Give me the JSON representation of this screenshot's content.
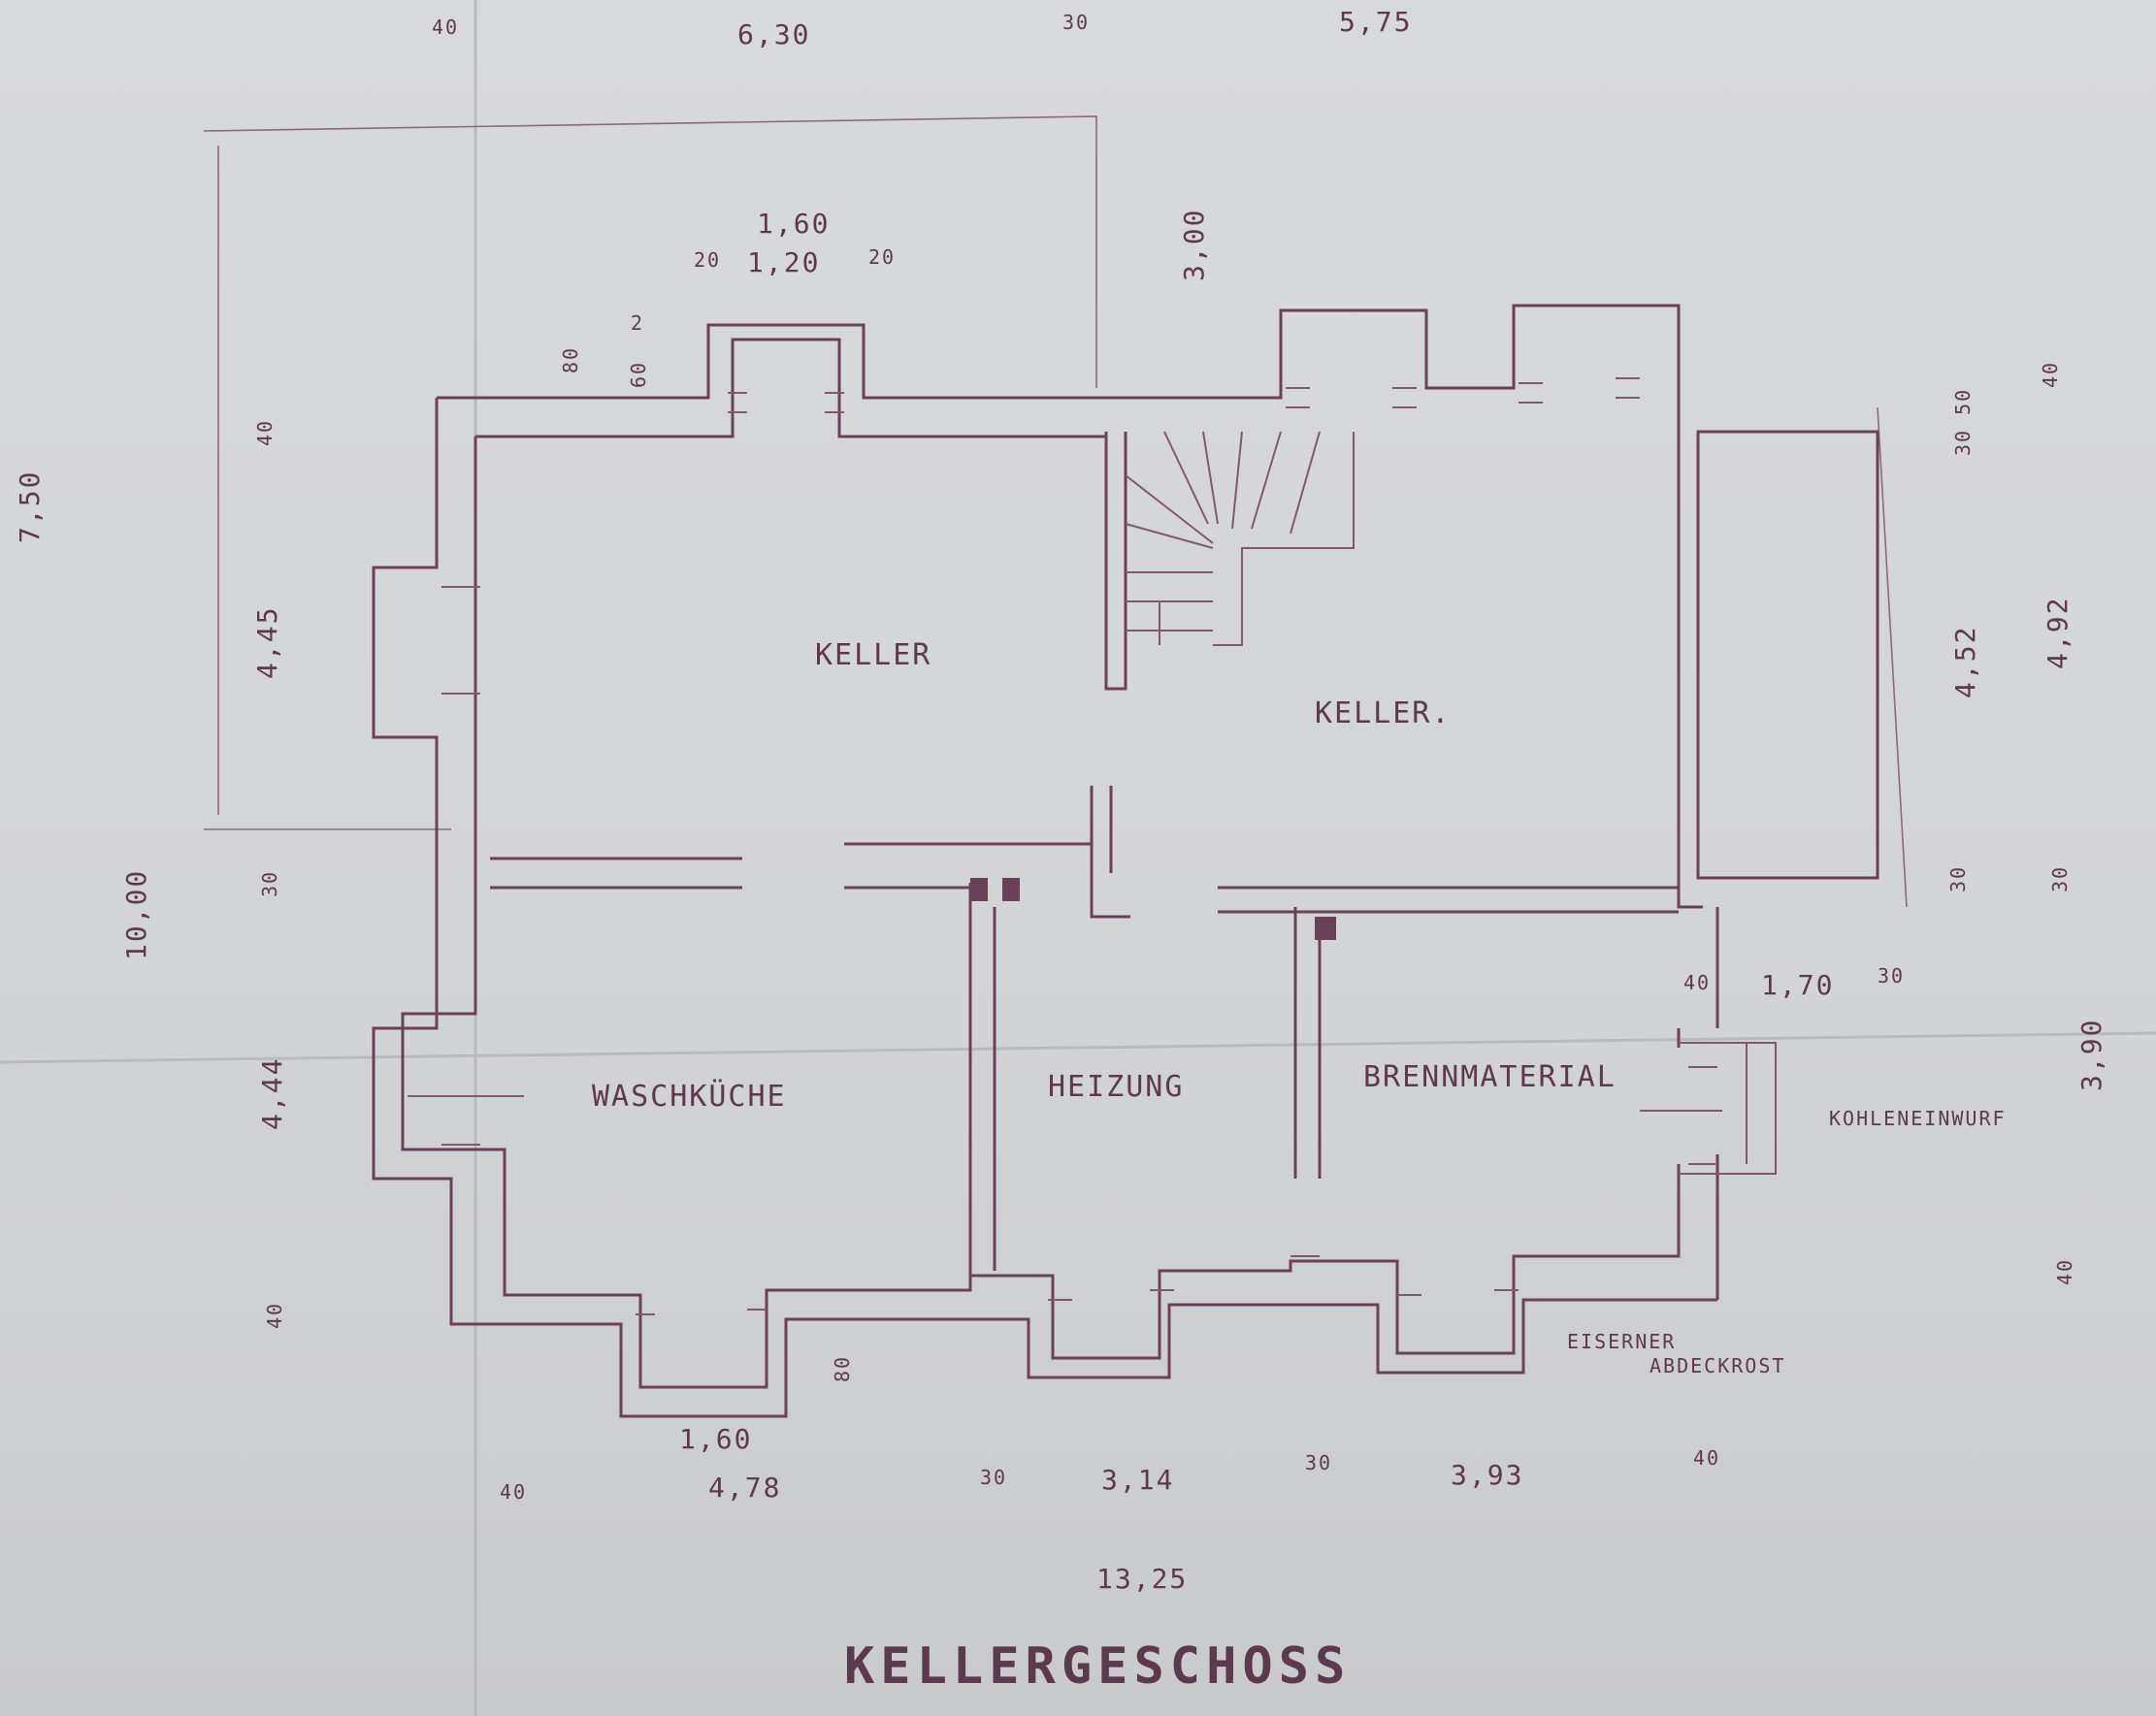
{
  "title": "KELLERGESCHOSS",
  "rooms": {
    "keller_left": "KELLER",
    "keller_right": "KELLER.",
    "waschkueche": "WASCHKÜCHE",
    "heizung": "HEIZUNG",
    "brennmaterial": "BRENNMATERIAL"
  },
  "annotations": {
    "kohleneinwurf": "KOHLENEINWURF",
    "eiserner": "EISERNER",
    "abdeckrost": "ABDECKROST"
  },
  "dimensions": {
    "top_40": "40",
    "top_630": "6,30",
    "top_30": "30",
    "top_575": "5,75",
    "d160_top": "1,60",
    "d120": "1,20",
    "d20_left": "20",
    "d20_right": "20",
    "d300": "3,00",
    "d80_top": "80",
    "d60": "60",
    "d2": "2",
    "d40_left": "40",
    "d750": "7,50",
    "d445a": "4,45",
    "d1000": "10,00",
    "d30_left": "30",
    "d444": "4,44",
    "d40_bottom_left": "40",
    "d452": "4,52",
    "d492": "4,92",
    "d30_50": "30 50",
    "d40_right_top": "40",
    "d30_r1": "30",
    "d30_r2": "30",
    "d40_mid": "40",
    "d170": "1,70",
    "d30_mid": "30",
    "d390": "3,90",
    "d40_right_bottom": "40",
    "d80_bottom": "80",
    "d160_bottom": "1,60",
    "b40a": "40",
    "b478": "4,78",
    "b30a": "30",
    "b314": "3,14",
    "b30b": "30",
    "b393": "3,93",
    "b40b": "40",
    "b1325": "13,25"
  }
}
